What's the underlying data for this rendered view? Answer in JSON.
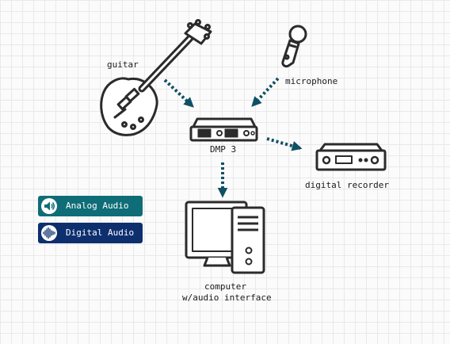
{
  "colors": {
    "line": "#2b2b2b",
    "arrow": "#0f5064",
    "analog": "#0f6d78",
    "digital": "#0e2f6e"
  },
  "devices": {
    "guitar": "guitar",
    "microphone": "microphone",
    "dmp": "DMP 3",
    "recorder": "digital recorder",
    "computer_line1": "computer",
    "computer_line2": "w/audio interface"
  },
  "legend": {
    "analog": {
      "label": "Analog Audio",
      "icon": "speaker-icon"
    },
    "digital": {
      "label": "Digital Audio",
      "icon": "waveform-icon"
    }
  },
  "connections": [
    {
      "from": "guitar",
      "to": "DMP 3",
      "type": "analog"
    },
    {
      "from": "microphone",
      "to": "DMP 3",
      "type": "analog"
    },
    {
      "from": "DMP 3",
      "to": "digital recorder",
      "type": "digital"
    },
    {
      "from": "DMP 3",
      "to": "computer",
      "type": "digital"
    }
  ]
}
